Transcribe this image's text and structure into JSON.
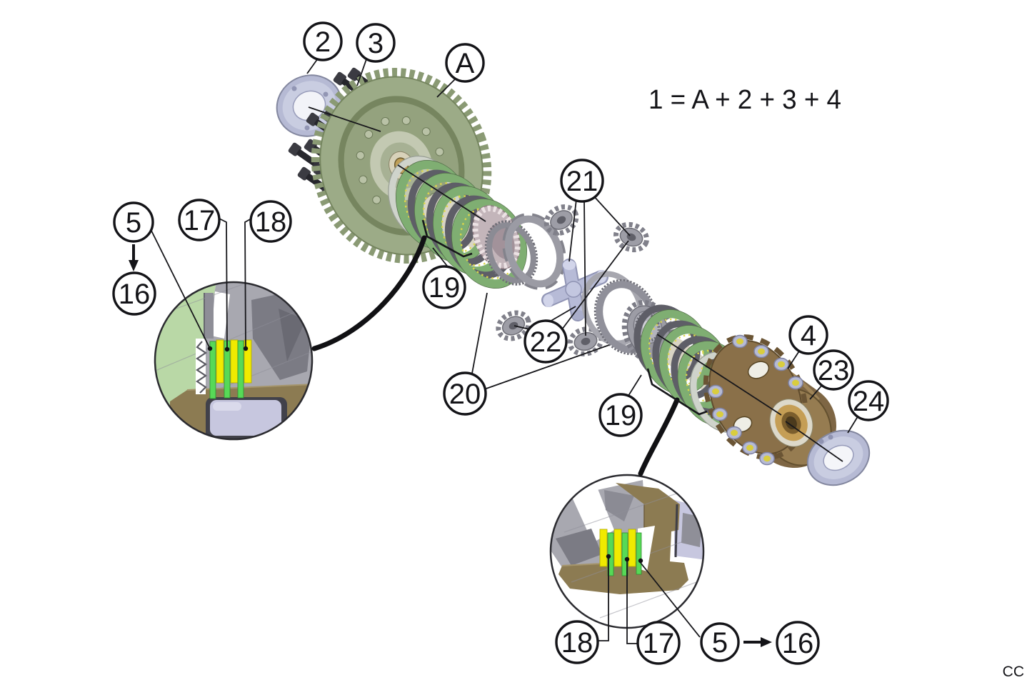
{
  "equation": "1 = A + 2 + 3 + 4",
  "watermark": "CC",
  "callouts": {
    "c2": "2",
    "c3": "3",
    "cA": "A",
    "c21": "21",
    "c5_left": "5",
    "c17_left": "17",
    "c18_left": "18",
    "c16_left": "16",
    "c19_left": "19",
    "c22": "22",
    "c20": "20",
    "c19_right": "19",
    "c4": "4",
    "c23": "23",
    "c24": "24",
    "c18_bottom": "18",
    "c17_bottom": "17",
    "c5_bottom": "5",
    "c16_bottom": "16"
  },
  "icons": {
    "arrow_down": "↓",
    "arrow_right": "→"
  },
  "colors": {
    "ring_gear_green": "#9cab87",
    "clutch_disc_green": "#7fae72",
    "plate_green": "#57d957",
    "plate_yellow": "#f0ea00",
    "housing_brown": "#8a7049",
    "section_khaki": "#8c7b52",
    "steel_lavender": "#b6bad4",
    "section_gray": "#a8a8b0",
    "section_pale_green": "#b9d8a6",
    "outline_black": "#141418"
  }
}
